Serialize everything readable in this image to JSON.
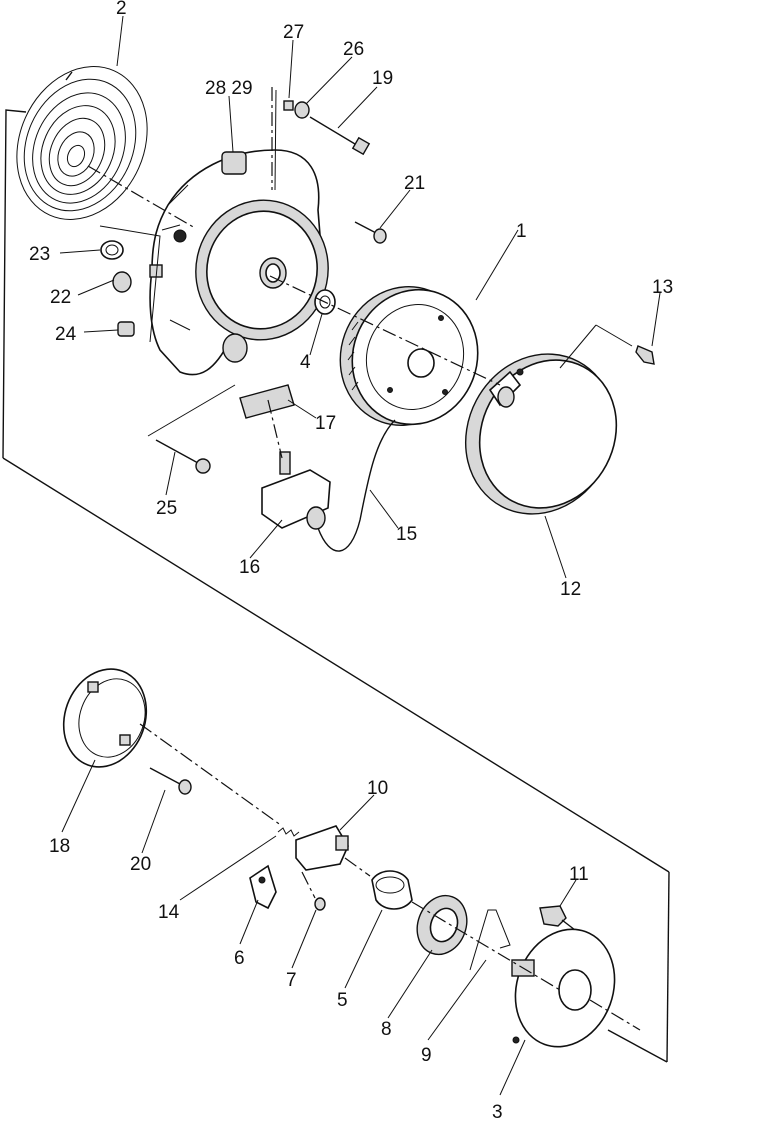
{
  "diagram": {
    "callouts": [
      {
        "id": "2",
        "text": "2"
      },
      {
        "id": "27",
        "text": "27"
      },
      {
        "id": "26",
        "text": "26"
      },
      {
        "id": "19",
        "text": "19"
      },
      {
        "id": "28-29",
        "text": "28 29"
      },
      {
        "id": "21",
        "text": "21"
      },
      {
        "id": "1",
        "text": "1"
      },
      {
        "id": "13",
        "text": "13"
      },
      {
        "id": "23",
        "text": "23"
      },
      {
        "id": "22",
        "text": "22"
      },
      {
        "id": "24",
        "text": "24"
      },
      {
        "id": "4",
        "text": "4"
      },
      {
        "id": "17",
        "text": "17"
      },
      {
        "id": "25",
        "text": "25"
      },
      {
        "id": "15",
        "text": "15"
      },
      {
        "id": "16",
        "text": "16"
      },
      {
        "id": "12",
        "text": "12"
      },
      {
        "id": "10",
        "text": "10"
      },
      {
        "id": "18",
        "text": "18"
      },
      {
        "id": "20",
        "text": "20"
      },
      {
        "id": "11",
        "text": "11"
      },
      {
        "id": "14",
        "text": "14"
      },
      {
        "id": "6",
        "text": "6"
      },
      {
        "id": "7",
        "text": "7"
      },
      {
        "id": "5",
        "text": "5"
      },
      {
        "id": "8",
        "text": "8"
      },
      {
        "id": "9",
        "text": "9"
      },
      {
        "id": "3",
        "text": "3"
      }
    ]
  }
}
